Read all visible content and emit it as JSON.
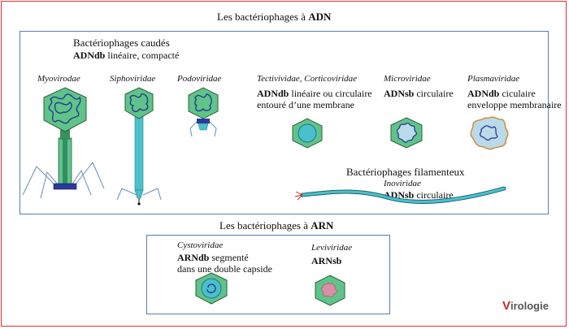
{
  "dna": {
    "title_prefix": "Les bactériophages à ",
    "title_bold": "ADN",
    "tailed": {
      "title": "Bactériophages caudés",
      "desc_bold": "ADNdb",
      "desc_rest": " linéaire, compacté",
      "families": [
        "Myovirodae",
        "Siphoviridae",
        "Podoviridae"
      ]
    },
    "tecti": {
      "family": "Tectivividae, Corticoviridae",
      "bold": "ADNdb",
      "rest": " linéaire ou circulaire",
      "line2": "entouré d’une membrane"
    },
    "micro": {
      "family": "Microviridae",
      "bold": "ADNsb",
      "rest": " circulaire"
    },
    "plasma": {
      "family": "Plasmaviridae",
      "bold": "ADNdb",
      "rest": " ciculaire",
      "line2": "enveloppe membranaire"
    },
    "filamentous": {
      "title": "Bactériophages filamenteux",
      "family": "Inoviridae",
      "bold": "ADNsb",
      "rest": " circulaire"
    }
  },
  "rna": {
    "title_prefix": "Les bactériophages à ",
    "title_bold": "ARN",
    "cysto": {
      "family": "Cystoviridae",
      "bold": "ARNdb",
      "rest": " segmenté",
      "line2": "dans une double capside"
    },
    "levi": {
      "family": "Leviviridae",
      "bold": "ARNsb"
    }
  },
  "logo": {
    "initial": "V",
    "rest": "irologie"
  },
  "colors": {
    "capsid_fill": "#5fc48a",
    "capsid_stroke": "#2f5f3a",
    "tail_fill": "#49c1cc",
    "nucleic": "#2a3a8a",
    "box_border": "#5a7bb8",
    "frame_border": "#e03030",
    "plasma_outline": "#d4883a",
    "plasma_fill": "#b9dbe9"
  }
}
